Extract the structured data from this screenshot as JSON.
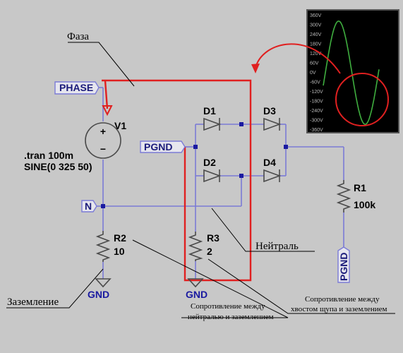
{
  "nets": {
    "phase": "PHASE",
    "neutral": "N",
    "pgnd_left": "PGND",
    "pgnd_right": "PGND",
    "gnd_left": "GND",
    "gnd_mid": "GND"
  },
  "components": {
    "v1": {
      "name": "V1",
      "tran": ".tran 100m",
      "source": "SINE(0 325 50)"
    },
    "d1": "D1",
    "d2": "D2",
    "d3": "D3",
    "d4": "D4",
    "r1": {
      "name": "R1",
      "value": "100k"
    },
    "r2": {
      "name": "R2",
      "value": "10"
    },
    "r3": {
      "name": "R3",
      "value": "2"
    },
    "plus_sign": "+",
    "minus_sign": "−"
  },
  "annotations": {
    "phase": "Фаза",
    "neutral": "Нейтраль",
    "ground": "Заземление",
    "r2_note": [
      "Сопротивление между",
      "нейтралью и заземлением"
    ],
    "r3_note": [
      "Сопротивление между",
      "хвостом щупа и заземлением"
    ]
  },
  "scope": {
    "ticks": [
      "360V",
      "300V",
      "240V",
      "180V",
      "120V",
      "60V",
      "0V",
      "-60V",
      "-120V",
      "-180V",
      "-240V",
      "-300V",
      "-360V"
    ],
    "trace_color": "#3fae3f",
    "highlight_color": "#e02020"
  },
  "colors": {
    "background": "#c8c8c8",
    "wire": "#7b7bd6",
    "current_path": "#e02020",
    "junction": "#1a1aa0"
  }
}
